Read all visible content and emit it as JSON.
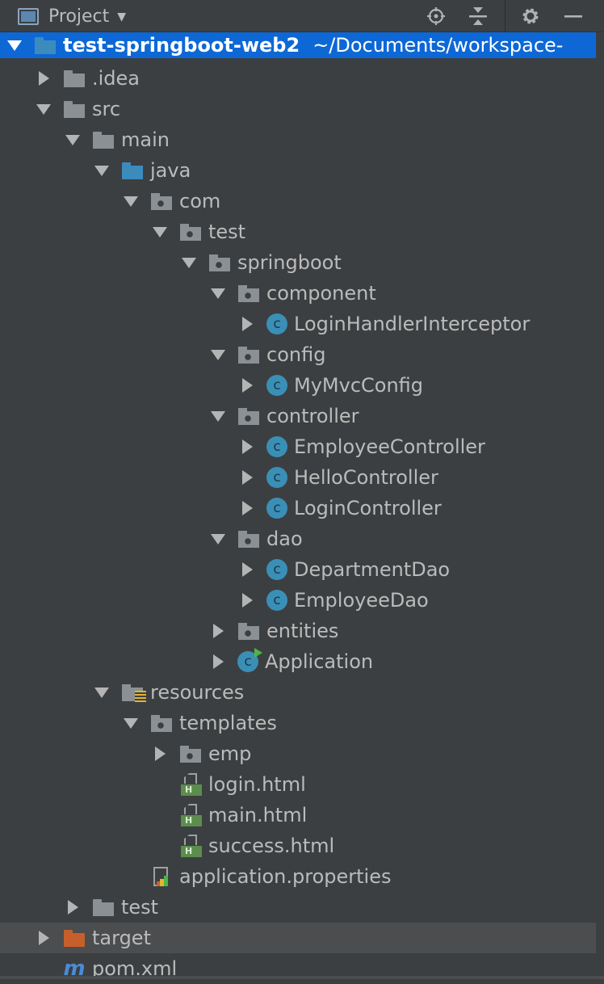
{
  "toolbar": {
    "title": "Project",
    "dropdown_icon": "caret-down-icon",
    "icons": [
      "locate-target-icon",
      "collapse-all-icon",
      "gear-icon",
      "minimize-icon"
    ]
  },
  "tree": [
    {
      "label": "test-springboot-web2",
      "path": "~/Documents/workspace-",
      "icon": "module",
      "expand": "open",
      "indent": 0,
      "selected": true
    },
    {
      "label": ".idea",
      "icon": "folder",
      "expand": "closed",
      "indent": 1
    },
    {
      "label": "src",
      "icon": "folder",
      "expand": "open",
      "indent": 1
    },
    {
      "label": "main",
      "icon": "folder",
      "expand": "open",
      "indent": 2
    },
    {
      "label": "java",
      "icon": "folder-blue",
      "expand": "open",
      "indent": 3
    },
    {
      "label": "com",
      "icon": "package",
      "expand": "open",
      "indent": 4
    },
    {
      "label": "test",
      "icon": "package",
      "expand": "open",
      "indent": 5
    },
    {
      "label": "springboot",
      "icon": "package",
      "expand": "open",
      "indent": 6
    },
    {
      "label": "component",
      "icon": "package",
      "expand": "open",
      "indent": 7
    },
    {
      "label": "LoginHandlerInterceptor",
      "icon": "class",
      "expand": "closed",
      "indent": 8
    },
    {
      "label": "config",
      "icon": "package",
      "expand": "open",
      "indent": 7
    },
    {
      "label": "MyMvcConfig",
      "icon": "class",
      "expand": "closed",
      "indent": 8
    },
    {
      "label": "controller",
      "icon": "package",
      "expand": "open",
      "indent": 7
    },
    {
      "label": "EmployeeController",
      "icon": "class",
      "expand": "closed",
      "indent": 8
    },
    {
      "label": "HelloController",
      "icon": "class",
      "expand": "closed",
      "indent": 8
    },
    {
      "label": "LoginController",
      "icon": "class",
      "expand": "closed",
      "indent": 8
    },
    {
      "label": "dao",
      "icon": "package",
      "expand": "open",
      "indent": 7
    },
    {
      "label": "DepartmentDao",
      "icon": "class",
      "expand": "closed",
      "indent": 8
    },
    {
      "label": "EmployeeDao",
      "icon": "class",
      "expand": "closed",
      "indent": 8
    },
    {
      "label": "entities",
      "icon": "package",
      "expand": "closed",
      "indent": 7
    },
    {
      "label": "Application",
      "icon": "class-app",
      "expand": "closed",
      "indent": 7
    },
    {
      "label": "resources",
      "icon": "resources",
      "expand": "open",
      "indent": 3
    },
    {
      "label": "templates",
      "icon": "package",
      "expand": "open",
      "indent": 4
    },
    {
      "label": "emp",
      "icon": "package",
      "expand": "closed",
      "indent": 5
    },
    {
      "label": "login.html",
      "icon": "html",
      "expand": "none",
      "indent": 5
    },
    {
      "label": "main.html",
      "icon": "html",
      "expand": "none",
      "indent": 5
    },
    {
      "label": "success.html",
      "icon": "html",
      "expand": "none",
      "indent": 5
    },
    {
      "label": "application.properties",
      "icon": "properties",
      "expand": "none",
      "indent": 4
    },
    {
      "label": "test",
      "icon": "folder",
      "expand": "closed",
      "indent": 2
    },
    {
      "label": "target",
      "icon": "folder-orange",
      "expand": "closed",
      "indent": 1,
      "hover": true
    },
    {
      "label": "pom.xml",
      "icon": "maven",
      "expand": "none",
      "indent": 1
    }
  ]
}
